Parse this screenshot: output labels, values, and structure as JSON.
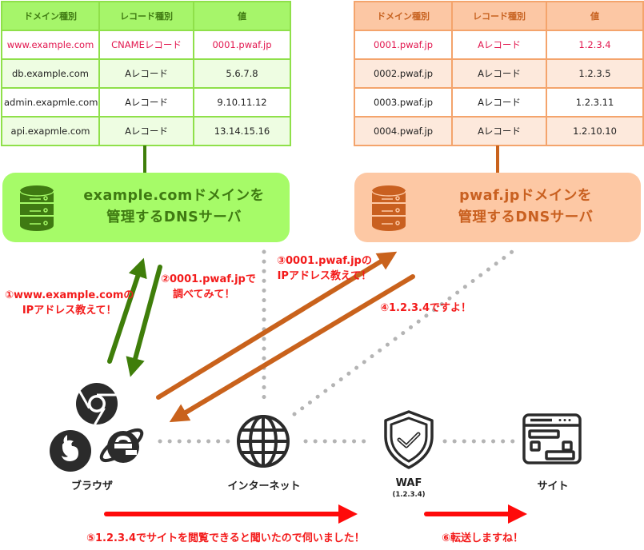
{
  "colors": {
    "green_header": "#a6f56a",
    "green_border": "#8fe04a",
    "green_dark": "#3f7a12",
    "green_server_bg": "#a6fb68",
    "orange_header": "#fcc7a4",
    "orange_border": "#f4a46c",
    "orange_dark": "#c96020",
    "orange_server_bg": "#fdc8a4",
    "highlight_red": "#e2164e",
    "note_red": "#f31a1a",
    "dotted_gray": "#b4b4b4",
    "icon_dark": "#2b2b2b"
  },
  "example_dns_table": {
    "headers": [
      "ドメイン種別",
      "レコード種別",
      "値"
    ],
    "rows": [
      {
        "domain": "www.example.com",
        "record": "CNAMEレコード",
        "value": "0001.pwaf.jp",
        "highlighted": true
      },
      {
        "domain": "db.example.com",
        "record": "Aレコード",
        "value": "5.6.7.8",
        "highlighted": false
      },
      {
        "domain": "admin.exapmle.com",
        "record": "Aレコード",
        "value": "9.10.11.12",
        "highlighted": false
      },
      {
        "domain": "api.exapmle.com",
        "record": "Aレコード",
        "value": "13.14.15.16",
        "highlighted": false
      }
    ]
  },
  "pwaf_dns_table": {
    "headers": [
      "ドメイン種別",
      "レコード種別",
      "値"
    ],
    "rows": [
      {
        "domain": "0001.pwaf.jp",
        "record": "Aレコード",
        "value": "1.2.3.4",
        "highlighted": true
      },
      {
        "domain": "0002.pwaf.jp",
        "record": "Aレコード",
        "value": "1.2.3.5",
        "highlighted": false
      },
      {
        "domain": "0003.pwaf.jp",
        "record": "Aレコード",
        "value": "1.2.3.11",
        "highlighted": false
      },
      {
        "domain": "0004.pwaf.jp",
        "record": "Aレコード",
        "value": "1.2.10.10",
        "highlighted": false
      }
    ]
  },
  "servers": {
    "example": {
      "line1": "example.comドメインを",
      "line2": "管理するDNSサーバ",
      "icon": "database-server-icon"
    },
    "pwaf": {
      "line1": "pwaf.jpドメインを",
      "line2": "管理するDNSサーバ",
      "icon": "database-server-icon"
    }
  },
  "nodes": {
    "browser": {
      "label": "ブラウザ",
      "icons": [
        "chrome-icon",
        "firefox-icon",
        "internet-explorer-icon"
      ]
    },
    "internet": {
      "label": "インターネット",
      "icon": "globe-icon"
    },
    "waf": {
      "label": "WAF",
      "sublabel": "(1.2.3.4)",
      "icon": "shield-check-icon"
    },
    "site": {
      "label": "サイト",
      "icon": "browser-window-icon"
    }
  },
  "steps": [
    {
      "id": 1,
      "line1": "①www.example.comの",
      "line2": "IPアドレス教えて！"
    },
    {
      "id": 2,
      "line1": "②0001.pwaf.jpで",
      "line2": "調べてみて！"
    },
    {
      "id": 3,
      "line1": "③0001.pwaf.jpの",
      "line2": "IPアドレス教えて！"
    },
    {
      "id": 4,
      "line1": "④1.2.3.4ですよ！"
    },
    {
      "id": 5,
      "line1": "⑤1.2.3.4でサイトを閲覧できると聞いたので伺いました！"
    },
    {
      "id": 6,
      "line1": "⑥転送しますね！"
    }
  ]
}
